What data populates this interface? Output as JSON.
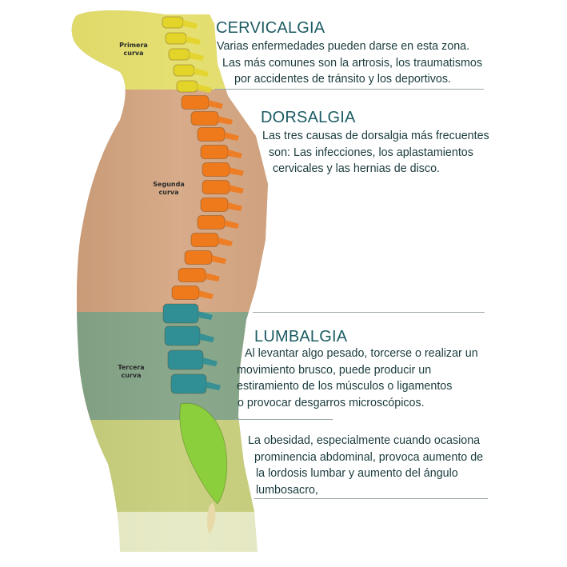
{
  "curves": {
    "first": [
      "Primera",
      "curva"
    ],
    "second": [
      "Segunda",
      "curva"
    ],
    "third": [
      "Tercera",
      "curva"
    ]
  },
  "sections": {
    "cervicalgia": {
      "title": "CERVICALGIA",
      "lines": [
        "Varias enfermedades pueden darse en esta zona.",
        "Las más comunes son la artrosis, los traumatismos",
        "por accidentes de tránsito y los deportivos."
      ]
    },
    "dorsalgia": {
      "title": "DORSALGIA",
      "lines": [
        "Las tres causas de dorsalgia más frecuentes",
        "son: Las infecciones, los aplastamientos",
        "cervicales y las hernias de disco."
      ]
    },
    "lumbalgia": {
      "title": "LUMBALGIA",
      "lines": [
        "Al levantar algo pesado, torcerse o realizar un",
        "movimiento brusco, puede producir un",
        "estiramiento de los músculos o ligamentos",
        "o provocar desgarros microscópicos."
      ]
    },
    "obesidad": {
      "lines": [
        "La obesidad, especialmente cuando ocasiona",
        "prominencia abdominal, provoca aumento de",
        "la lordosis lumbar y aumento del ángulo",
        "lumbosacro,"
      ]
    }
  },
  "colors": {
    "cervical_band": "#e6e86a",
    "thoracic_band": "#d9a77f",
    "lumbar_band": "#6fa58a",
    "sacral_band": "#c6dc7a",
    "cervical_bone": "#e3d42a",
    "thoracic_bone": "#ef7a1c",
    "lumbar_bone": "#2f8f95",
    "sacral_bone": "#8ccf3c",
    "heading": "#1d5c63"
  }
}
